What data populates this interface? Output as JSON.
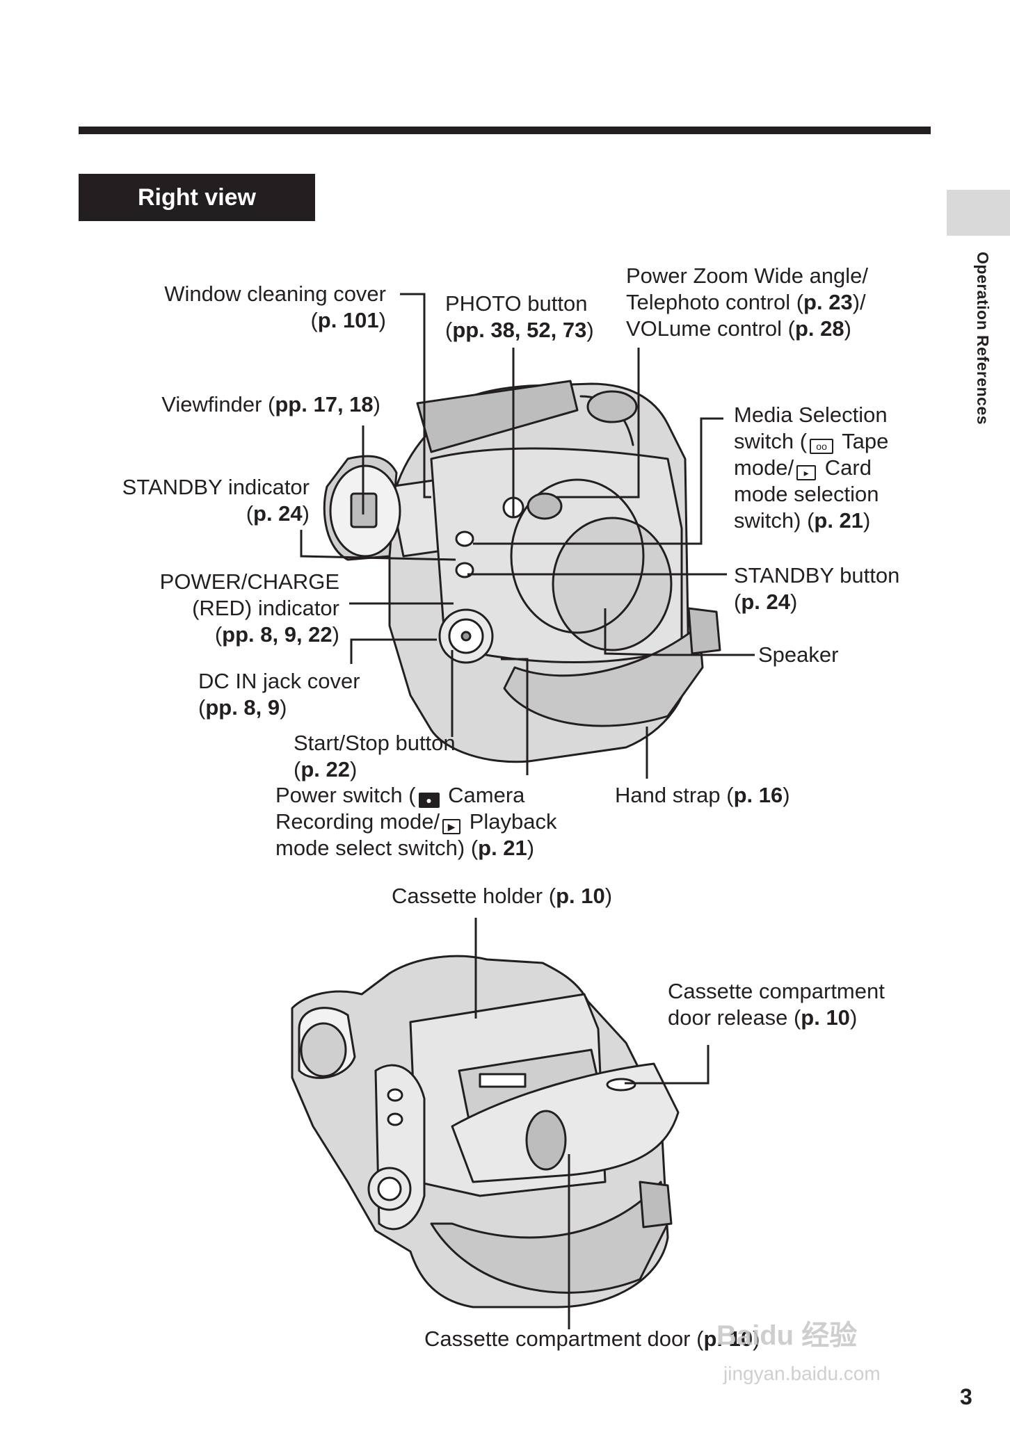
{
  "page": {
    "section_title": "Right view",
    "side_label": "Operation References",
    "page_number": "3"
  },
  "labels": {
    "window_cleaning_cover": {
      "name": "Window cleaning cover",
      "ref": "p. 101"
    },
    "photo_button": {
      "name": "PHOTO button",
      "ref": "pp. 38, 52, 73"
    },
    "power_zoom": {
      "line1": "Power Zoom Wide angle/",
      "line2_a": "Telephoto control (",
      "line2_ref": "p. 23",
      "line2_b": ")/",
      "line3_a": "VOLume control (",
      "line3_ref": "p. 28"
    },
    "viewfinder": {
      "name": "Viewfinder (",
      "ref": "pp. 17, 18"
    },
    "media_selection": {
      "line1": "Media Selection",
      "line2_a": "switch (",
      "tape_icon": "tape-icon",
      "line2_b": " Tape",
      "line3_a": "mode/",
      "card_icon": "card-icon",
      "line3_b": " Card",
      "line4": "mode selection",
      "line5_a": "switch) (",
      "line5_ref": "p. 21"
    },
    "standby_indicator": {
      "name": "STANDBY indicator",
      "ref": "p. 24"
    },
    "power_charge": {
      "line1": "POWER/CHARGE",
      "line2": "(RED) indicator",
      "ref": "pp. 8, 9, 22"
    },
    "standby_button": {
      "name": "STANDBY button",
      "ref": "p. 24"
    },
    "speaker": {
      "name": "Speaker"
    },
    "dc_in": {
      "name": "DC IN jack cover",
      "ref": "pp. 8, 9"
    },
    "start_stop": {
      "name": "Start/Stop button",
      "ref": "p. 22"
    },
    "power_switch": {
      "line1_a": "Power switch (",
      "camera_icon": "camera-icon",
      "line1_b": " Camera",
      "line2_a": "Recording mode/",
      "play_icon": "play-icon",
      "line2_b": " Playback",
      "line3_a": "mode select switch)  (",
      "ref": "p. 21"
    },
    "hand_strap": {
      "name": "Hand strap (",
      "ref": "p. 16"
    },
    "cassette_holder": {
      "name": "Cassette holder (",
      "ref": "p. 10"
    },
    "door_release": {
      "line1": "Cassette compartment",
      "line2_a": "door release (",
      "ref": "p. 10"
    },
    "compartment_door": {
      "name": "Cassette compartment door (",
      "ref": "p. 10"
    }
  },
  "watermark": {
    "text": "Baidu 经验",
    "url": "jingyan.baidu.com"
  }
}
